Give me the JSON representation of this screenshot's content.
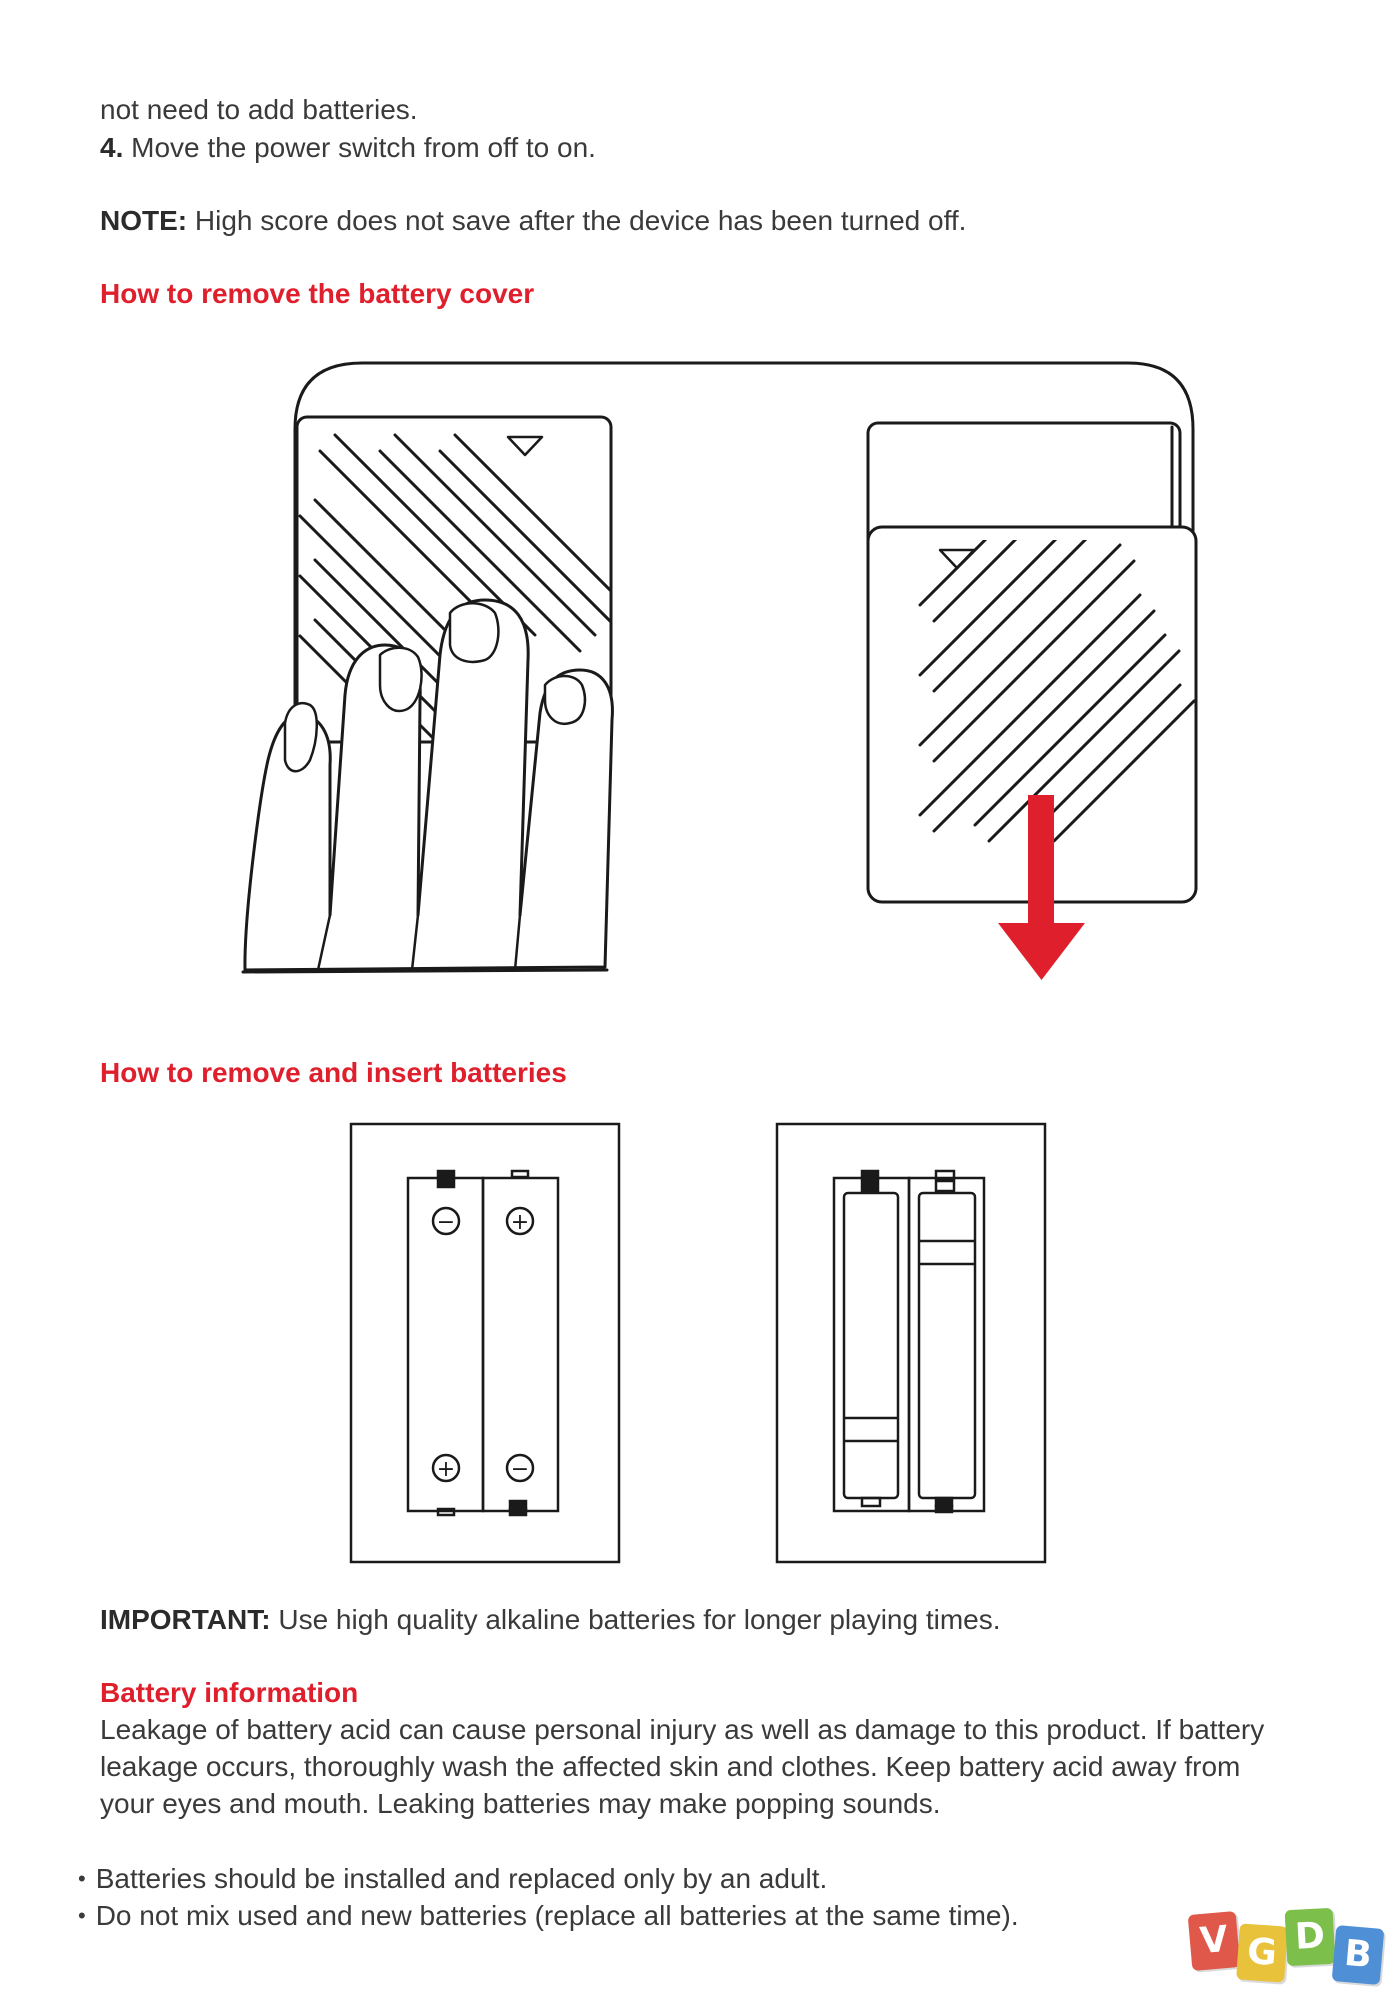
{
  "lines": {
    "intro_tail": "not need to add batteries.",
    "step4_number": "4.",
    "step4_text": " Move the power switch from off to on.",
    "note_label": "NOTE:",
    "note_text": " High score does not save after the device has been turned off."
  },
  "headings": {
    "remove_cover": "How to remove the battery cover",
    "remove_insert": "How to remove and insert batteries",
    "battery_info": "Battery information"
  },
  "important": {
    "label": "IMPORTANT:",
    "text": " Use high quality alkaline batteries for longer playing times."
  },
  "battery_info_text": "Leakage of battery acid can cause personal injury as well as damage to this product. If battery leakage occurs, thoroughly wash the affected skin and clothes. Keep battery acid away from your eyes and mouth. Leaking batteries may make popping sounds.",
  "bullets": [
    "Batteries should be installed and replaced only by an adult.",
    "Do not mix used and new batteries (replace all batteries at the same time)."
  ],
  "battery_symbols": {
    "plus": "+",
    "minus": "−"
  },
  "watermark": {
    "letters": [
      "V",
      "G",
      "D",
      "B"
    ],
    "colors": [
      "#e0584a",
      "#e8c23a",
      "#7cc04b",
      "#4f8fd6"
    ]
  },
  "colors": {
    "accent_red": "#e01f2d",
    "text": "#3a3a3a"
  }
}
